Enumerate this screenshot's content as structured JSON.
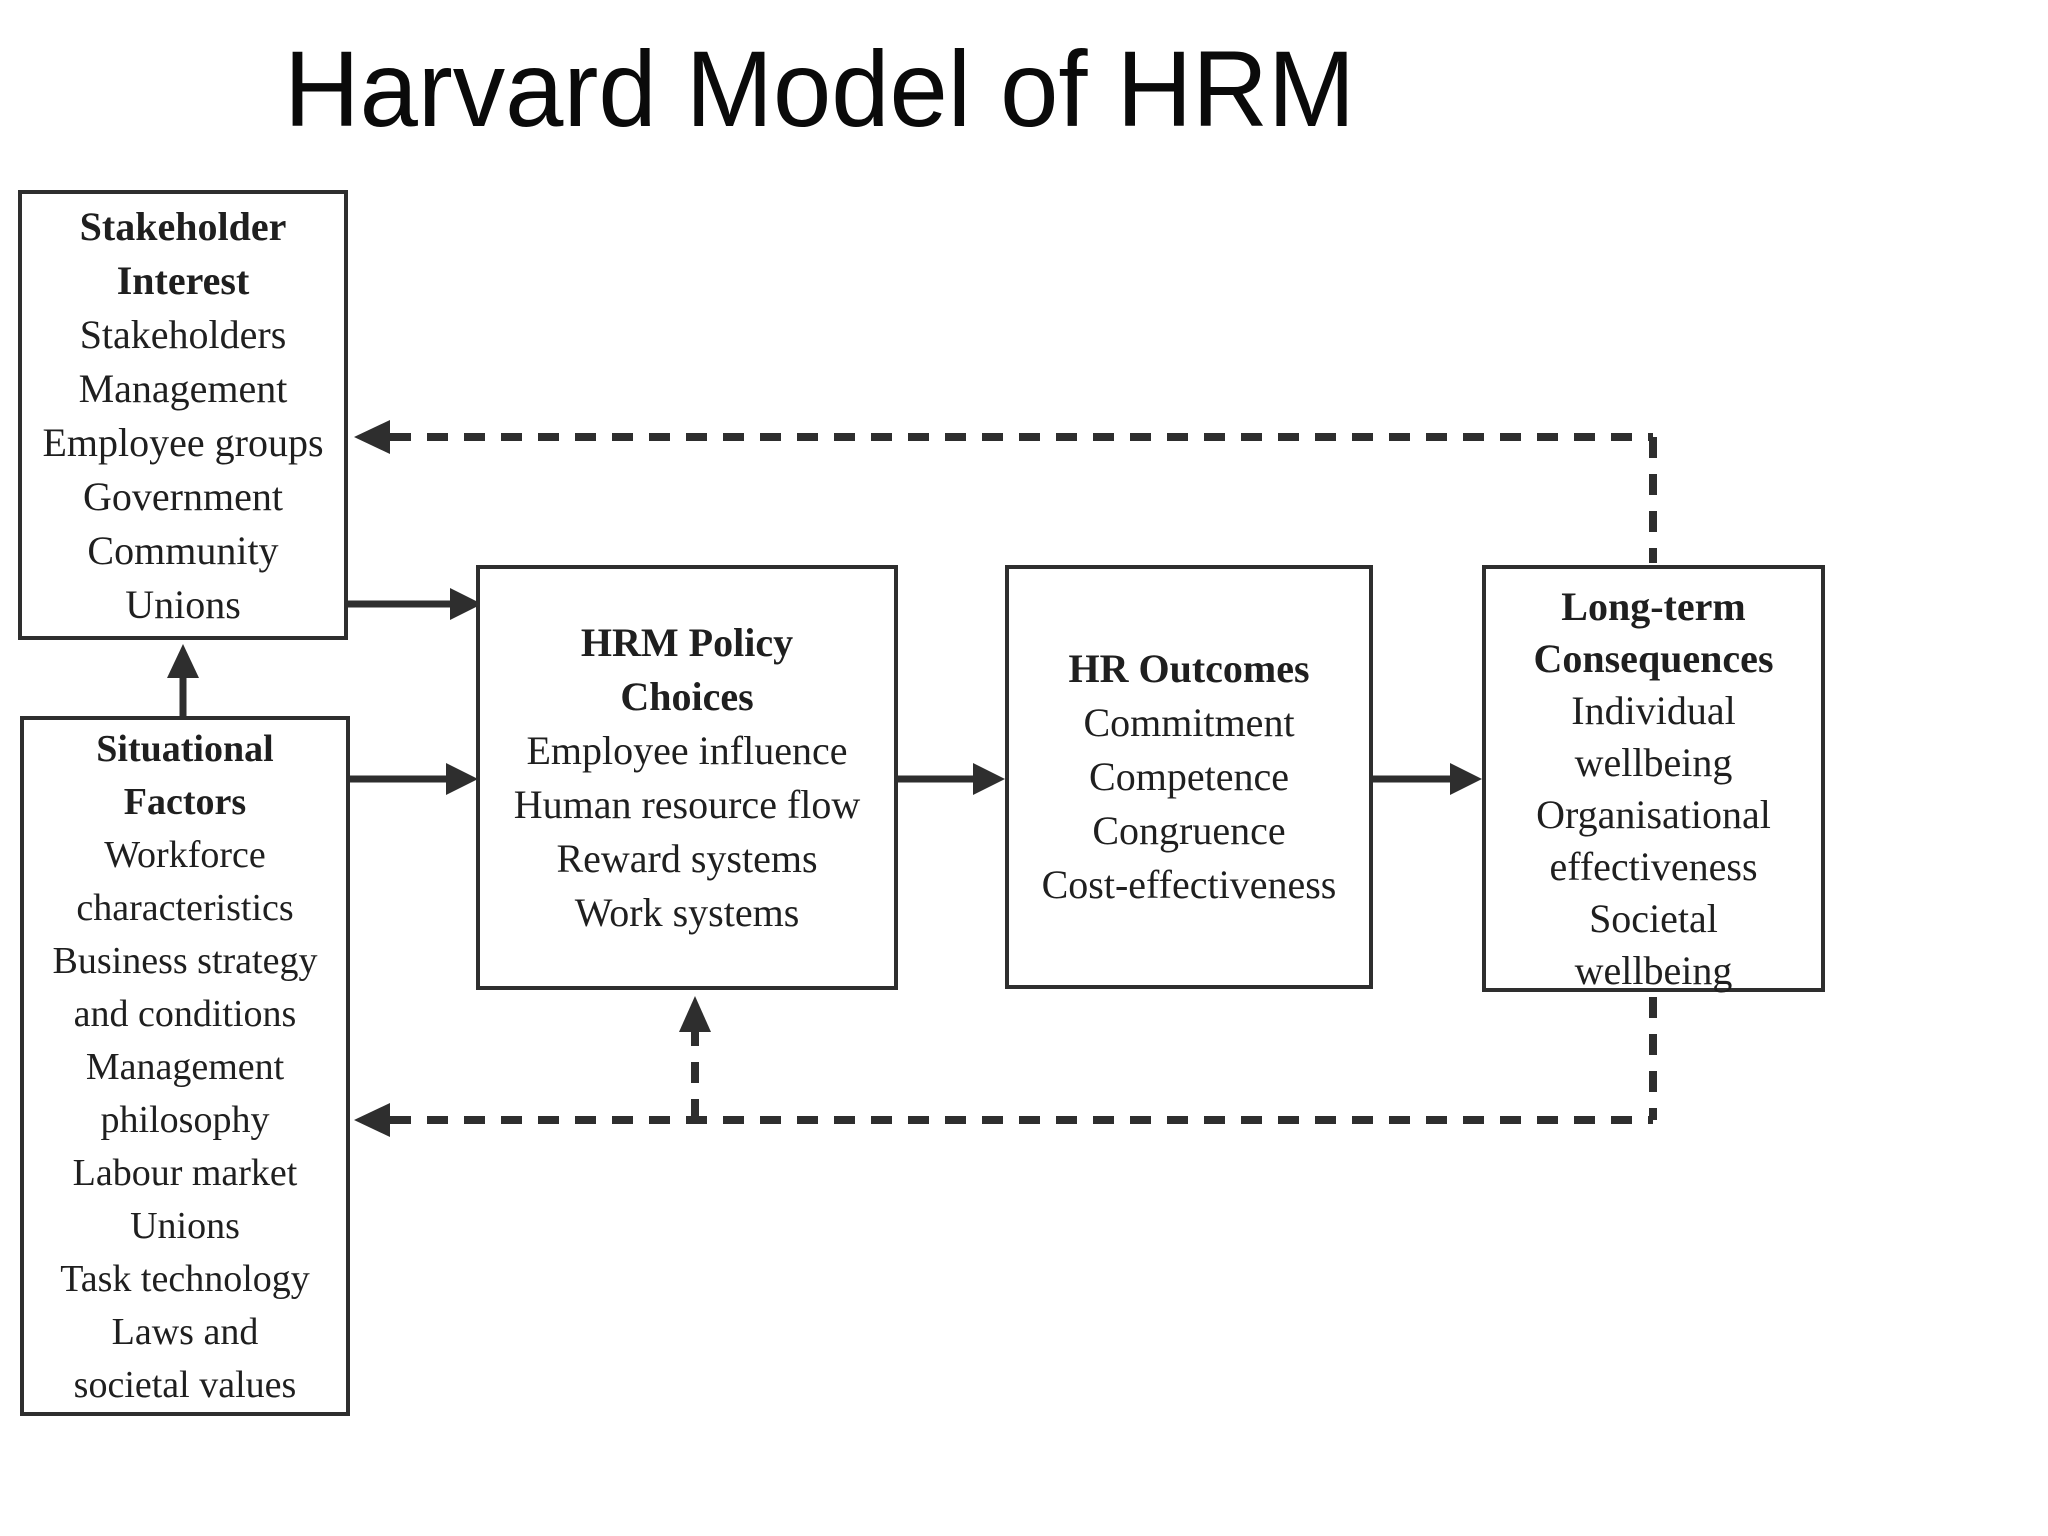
{
  "title": "Harvard Model of HRM",
  "boxes": {
    "stakeholder_interest": {
      "heading": [
        "Stakeholder",
        "Interest"
      ],
      "items": [
        "Stakeholders",
        "Management",
        "Employee groups",
        "Government",
        "Community",
        "Unions"
      ]
    },
    "situational_factors": {
      "heading": [
        "Situational",
        "Factors"
      ],
      "items": [
        "Workforce",
        "characteristics",
        "Business strategy",
        "and conditions",
        "Management",
        "philosophy",
        "Labour market",
        "Unions",
        "Task technology",
        "Laws and",
        "societal values"
      ]
    },
    "hrm_policy_choices": {
      "heading": [
        "HRM Policy",
        "Choices"
      ],
      "items": [
        "Employee influence",
        "Human resource flow",
        "Reward systems",
        "Work systems"
      ]
    },
    "hr_outcomes": {
      "heading": [
        "HR Outcomes"
      ],
      "items": [
        "Commitment",
        "Competence",
        "Congruence",
        "Cost-effectiveness"
      ]
    },
    "long_term_consequences": {
      "heading": [
        "Long-term",
        "Consequences"
      ],
      "items": [
        "Individual",
        "wellbeing",
        "Organisational",
        "effectiveness",
        "Societal",
        "wellbeing"
      ]
    }
  },
  "colors": {
    "diagram_line": "#2e2e2e",
    "box_text": "#1f1f1f",
    "title_text": "#0a0a0a",
    "background": "#ffffff"
  }
}
